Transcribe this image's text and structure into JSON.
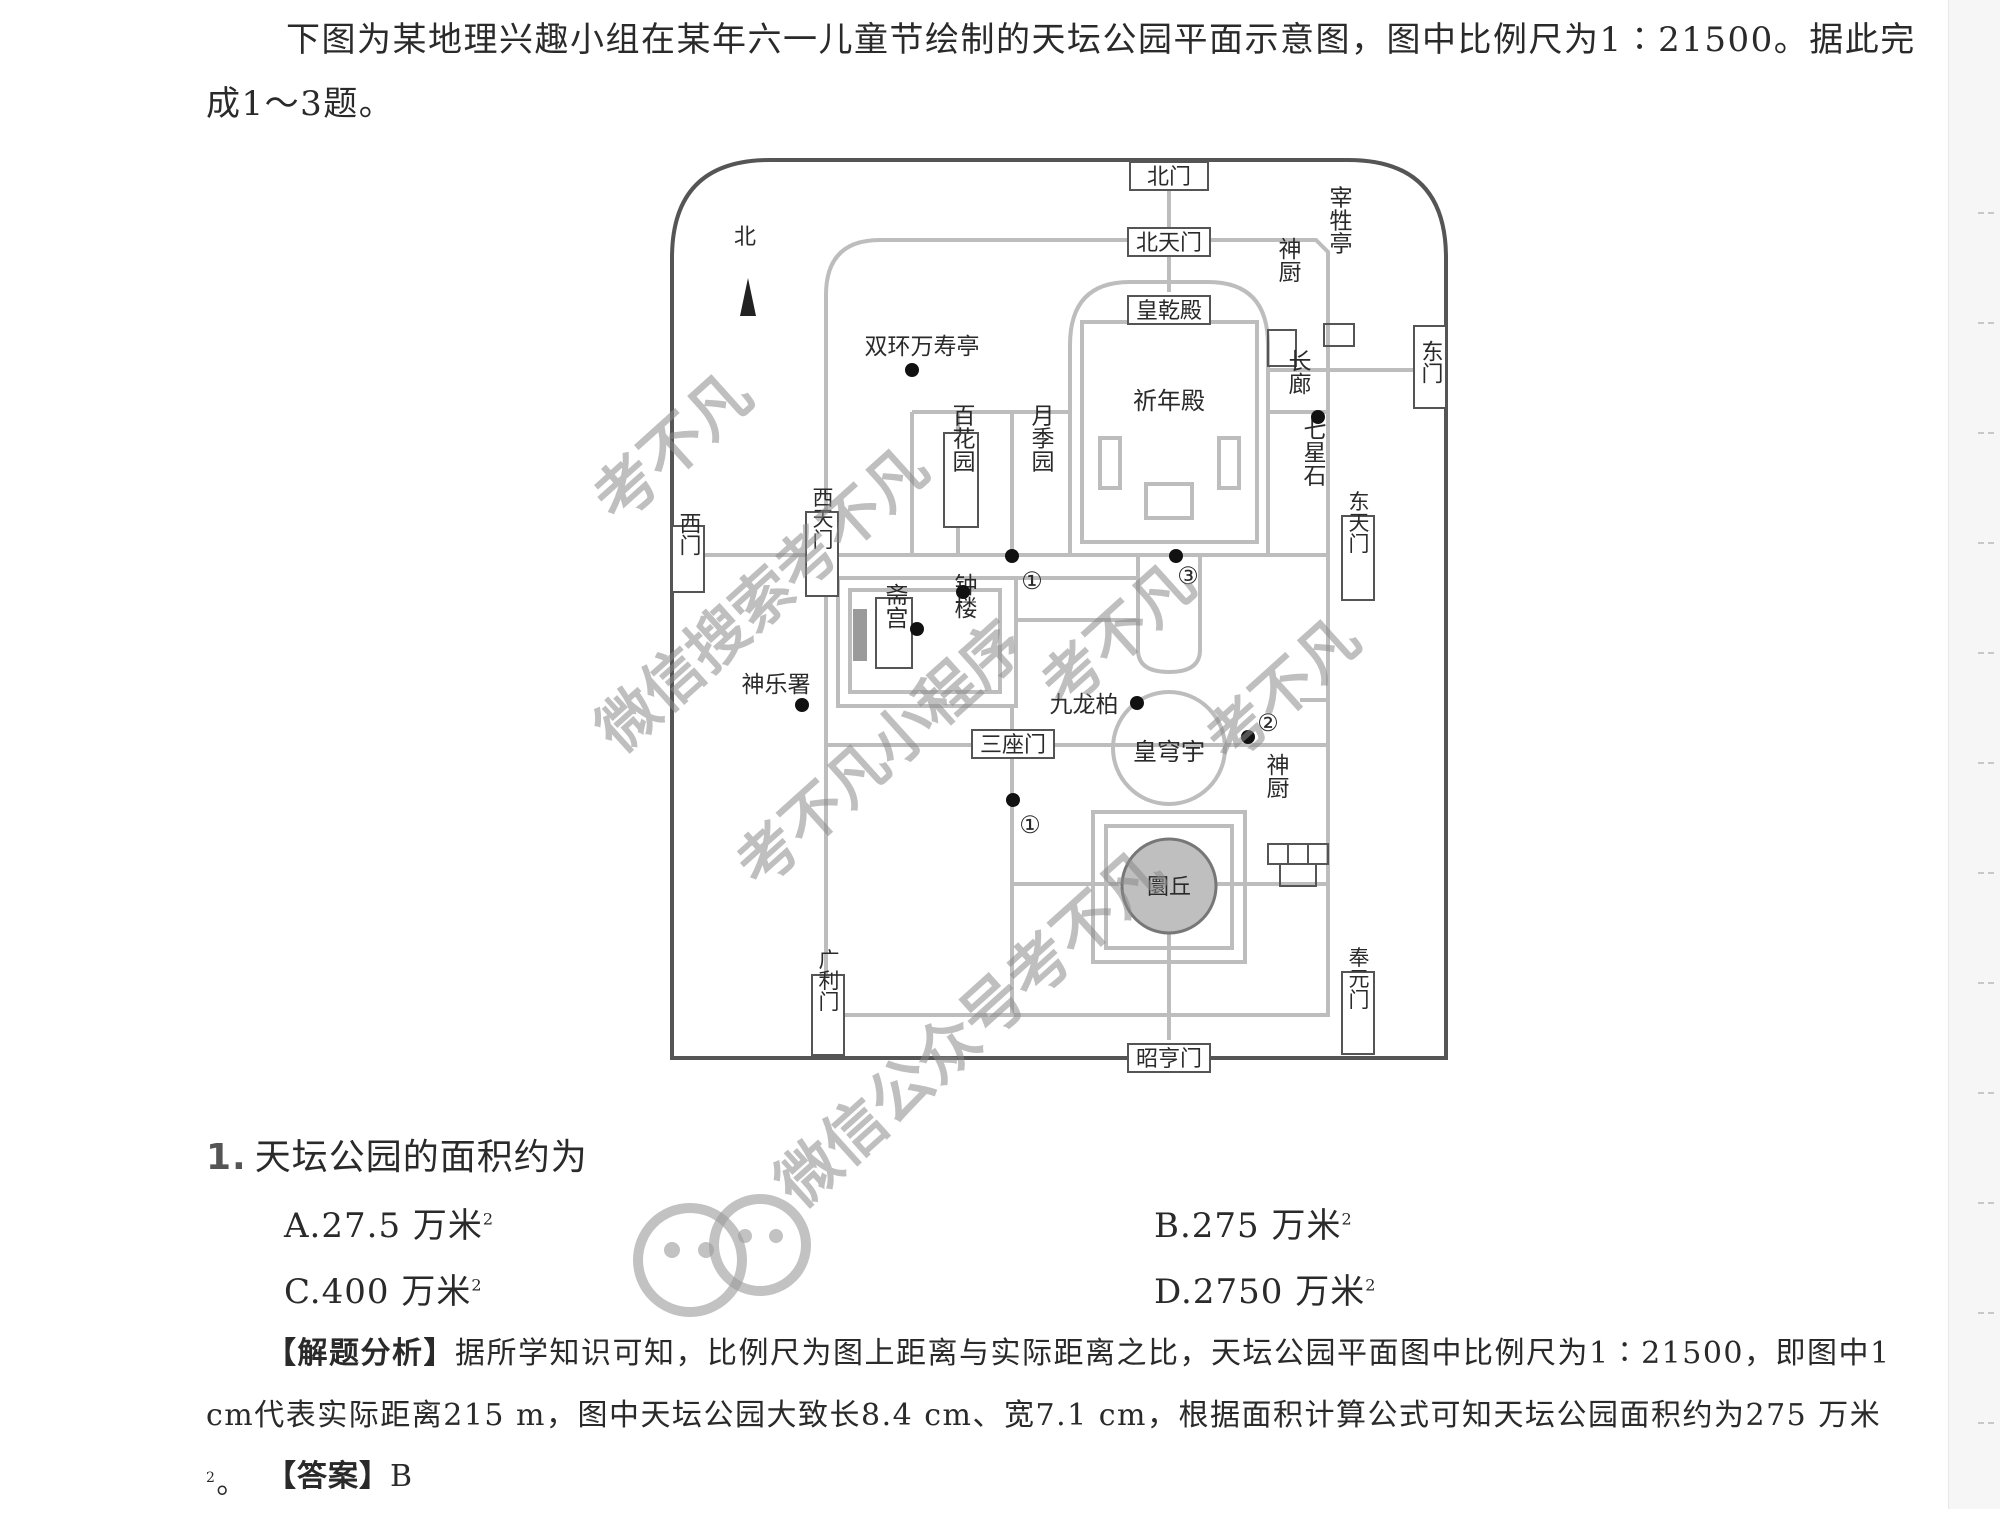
{
  "intro": "下图为某地理兴趣小组在某年六一儿童节绘制的天坛公园平面示意图，图中比例尺为1∶21500。据此完成1～3题。",
  "map": {
    "north_label": "北",
    "gates": {
      "north": "北门",
      "north_heaven": "北天门",
      "east": "东门",
      "east_heaven": "东天门",
      "west": "西门",
      "west_heaven": "西天门",
      "zhaoheng": "昭亨门",
      "fengyuan": "奉元门",
      "guangli": "广利门",
      "sanzuo": "三座门"
    },
    "places": {
      "huangqian": "皇乾殿",
      "qinian": "祈年殿",
      "shenchu_n": "神厨",
      "zaisheng": "宰牲亭",
      "changlang": "长廊",
      "qixing": "七星石",
      "shuanghuan": "双环万寿亭",
      "baihua": "百花园",
      "yueji": "月季园",
      "zhaigong": "斋宫",
      "zhonglou": "钟楼",
      "shenyue": "神乐署",
      "jiulong": "九龙柏",
      "huangqiongyu": "皇穹宇",
      "shenchu_s": "神厨",
      "yuanqiu": "圜丘"
    },
    "markers": {
      "m1a": "①",
      "m1b": "①",
      "m2": "②",
      "m3": "③"
    }
  },
  "watermarks": [
    "考不凡",
    "微信搜索考不凡",
    "考不凡小程序",
    "考不凡",
    "考不凡",
    "微信公众号考不凡"
  ],
  "question": {
    "number": "1.",
    "text": "天坛公园的面积约为",
    "options": [
      {
        "letter": "A.",
        "value": "27.5 万米",
        "sup": "2"
      },
      {
        "letter": "B.",
        "value": "275 万米",
        "sup": "2"
      },
      {
        "letter": "C.",
        "value": "400 万米",
        "sup": "2"
      },
      {
        "letter": "D.",
        "value": "2750 万米",
        "sup": "2"
      }
    ]
  },
  "analysis": {
    "tag": "【解题分析】",
    "text": "据所学知识可知，比例尺为图上距离与实际距离之比，天坛公园平面图中比例尺为1∶21500，即图中1 cm代表实际距离215 m，图中天坛公园大致长8.4 cm、宽7.1 cm，根据面积计算公式可知天坛公园面积约为275 万米",
    "sup": "2",
    "end": "。"
  },
  "answer": {
    "tag": "【答案】",
    "value": "B"
  }
}
